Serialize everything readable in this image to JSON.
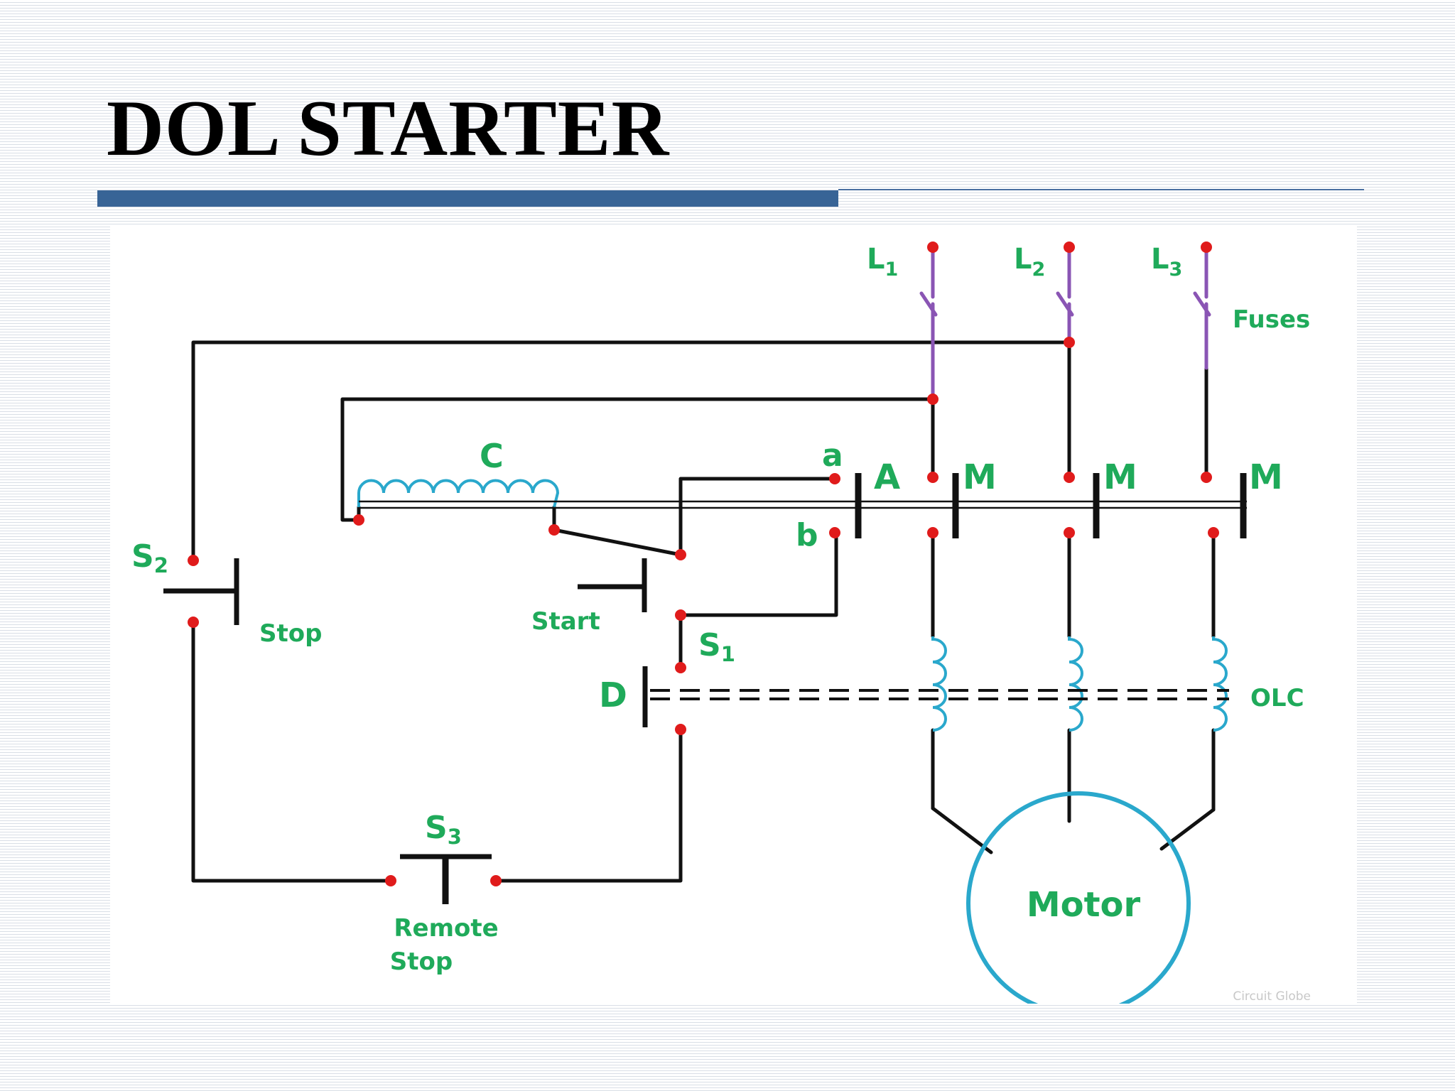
{
  "slide": {
    "title": "DOL STARTER",
    "bar_color": "#386496",
    "line_color": "#4a6fa0"
  },
  "diagram": {
    "colors": {
      "wire": "#111111",
      "node": "#e01b1b",
      "label": "#1faa5a",
      "coil": "#2aa8cc",
      "fuse": "#8a55b4",
      "motor_outline": "#2aa8cc"
    },
    "labels": {
      "l1": "L",
      "l1_sub": "1",
      "l2": "L",
      "l2_sub": "2",
      "l3": "L",
      "l3_sub": "3",
      "fuses": "Fuses",
      "coil_c": "C",
      "contact_a": "a",
      "contact_b": "b",
      "aux_a": "A",
      "main_m1": "M",
      "main_m2": "M",
      "main_m3": "M",
      "s2": "S",
      "s2_sub": "2",
      "stop": "Stop",
      "start": "Start",
      "s1": "S",
      "s1_sub": "1",
      "d": "D",
      "olc": "OLC",
      "s3": "S",
      "s3_sub": "3",
      "remote_line1": "Remote",
      "remote_line2": "Stop",
      "motor": "Motor",
      "credit": "Circuit Globe"
    }
  }
}
